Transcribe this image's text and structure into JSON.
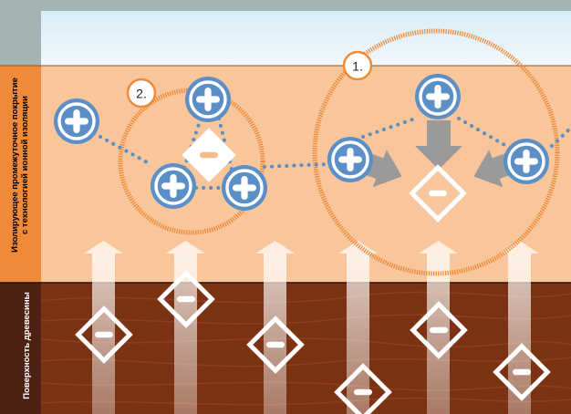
{
  "labels": {
    "coating_line1": "Изолирующее промежуточное покрытие",
    "coating_line2": "с технологией ионной изоляции",
    "wood": "Поверхность древесины"
  },
  "callouts": {
    "c1": "1.",
    "c2": "2."
  },
  "colors": {
    "background": "#a3b5b2",
    "air": "#e8f3fa",
    "coating": "#f8c69a",
    "coating_strip": "#ee8a39",
    "wood": "#7b3212",
    "wood_strip": "#4d2214",
    "cation": "#5b8fc6",
    "anion_outline": "#ffffff",
    "anion_dash": "#f6bb8d",
    "ring": "#ee8a39"
  },
  "icons": {
    "cation": "plus-circle-icon",
    "anion": "minus-diamond-icon",
    "flow": "up-arrow-icon",
    "attraction": "arrow-icon"
  }
}
